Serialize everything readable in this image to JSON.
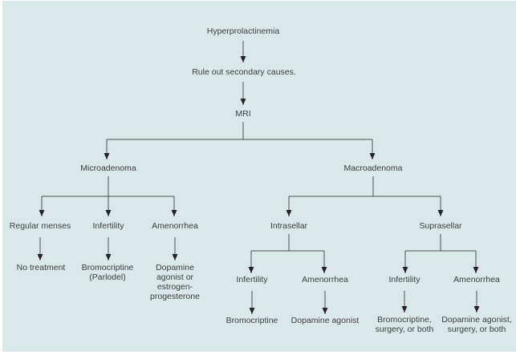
{
  "colors": {
    "panel_bg": "#dbe8ea",
    "line": "#4f4f4f",
    "arrowhead": "#252525",
    "text": "#3c3c3c"
  },
  "flowchart": {
    "root": "Hyperprolactinemia",
    "step_rule_out": "Rule out secondary causes.",
    "step_mri": "MRI",
    "microadenoma": {
      "label": "Microadenoma",
      "regular_menses": {
        "label": "Regular menses",
        "treatment": "No treatment"
      },
      "infertility": {
        "label": "Infertility",
        "treatment": "Bromocriptine (Parlodel)"
      },
      "amenorrhea": {
        "label": "Amenorrhea",
        "treatment": "Dopamine agonist or estrogen-progesterone"
      }
    },
    "macroadenoma": {
      "label": "Macroadenoma",
      "intrasellar": {
        "label": "Intrasellar",
        "infertility": {
          "label": "Infertility",
          "treatment": "Bromocriptine"
        },
        "amenorrhea": {
          "label": "Amenorrhea",
          "treatment": "Dopamine agonist"
        }
      },
      "suprasellar": {
        "label": "Suprasellar",
        "infertility": {
          "label": "Infertility",
          "treatment": "Bromocriptine, surgery, or both"
        },
        "amenorrhea": {
          "label": "Amenorrhea",
          "treatment": "Dopamine agonist, surgery, or both"
        }
      }
    }
  }
}
